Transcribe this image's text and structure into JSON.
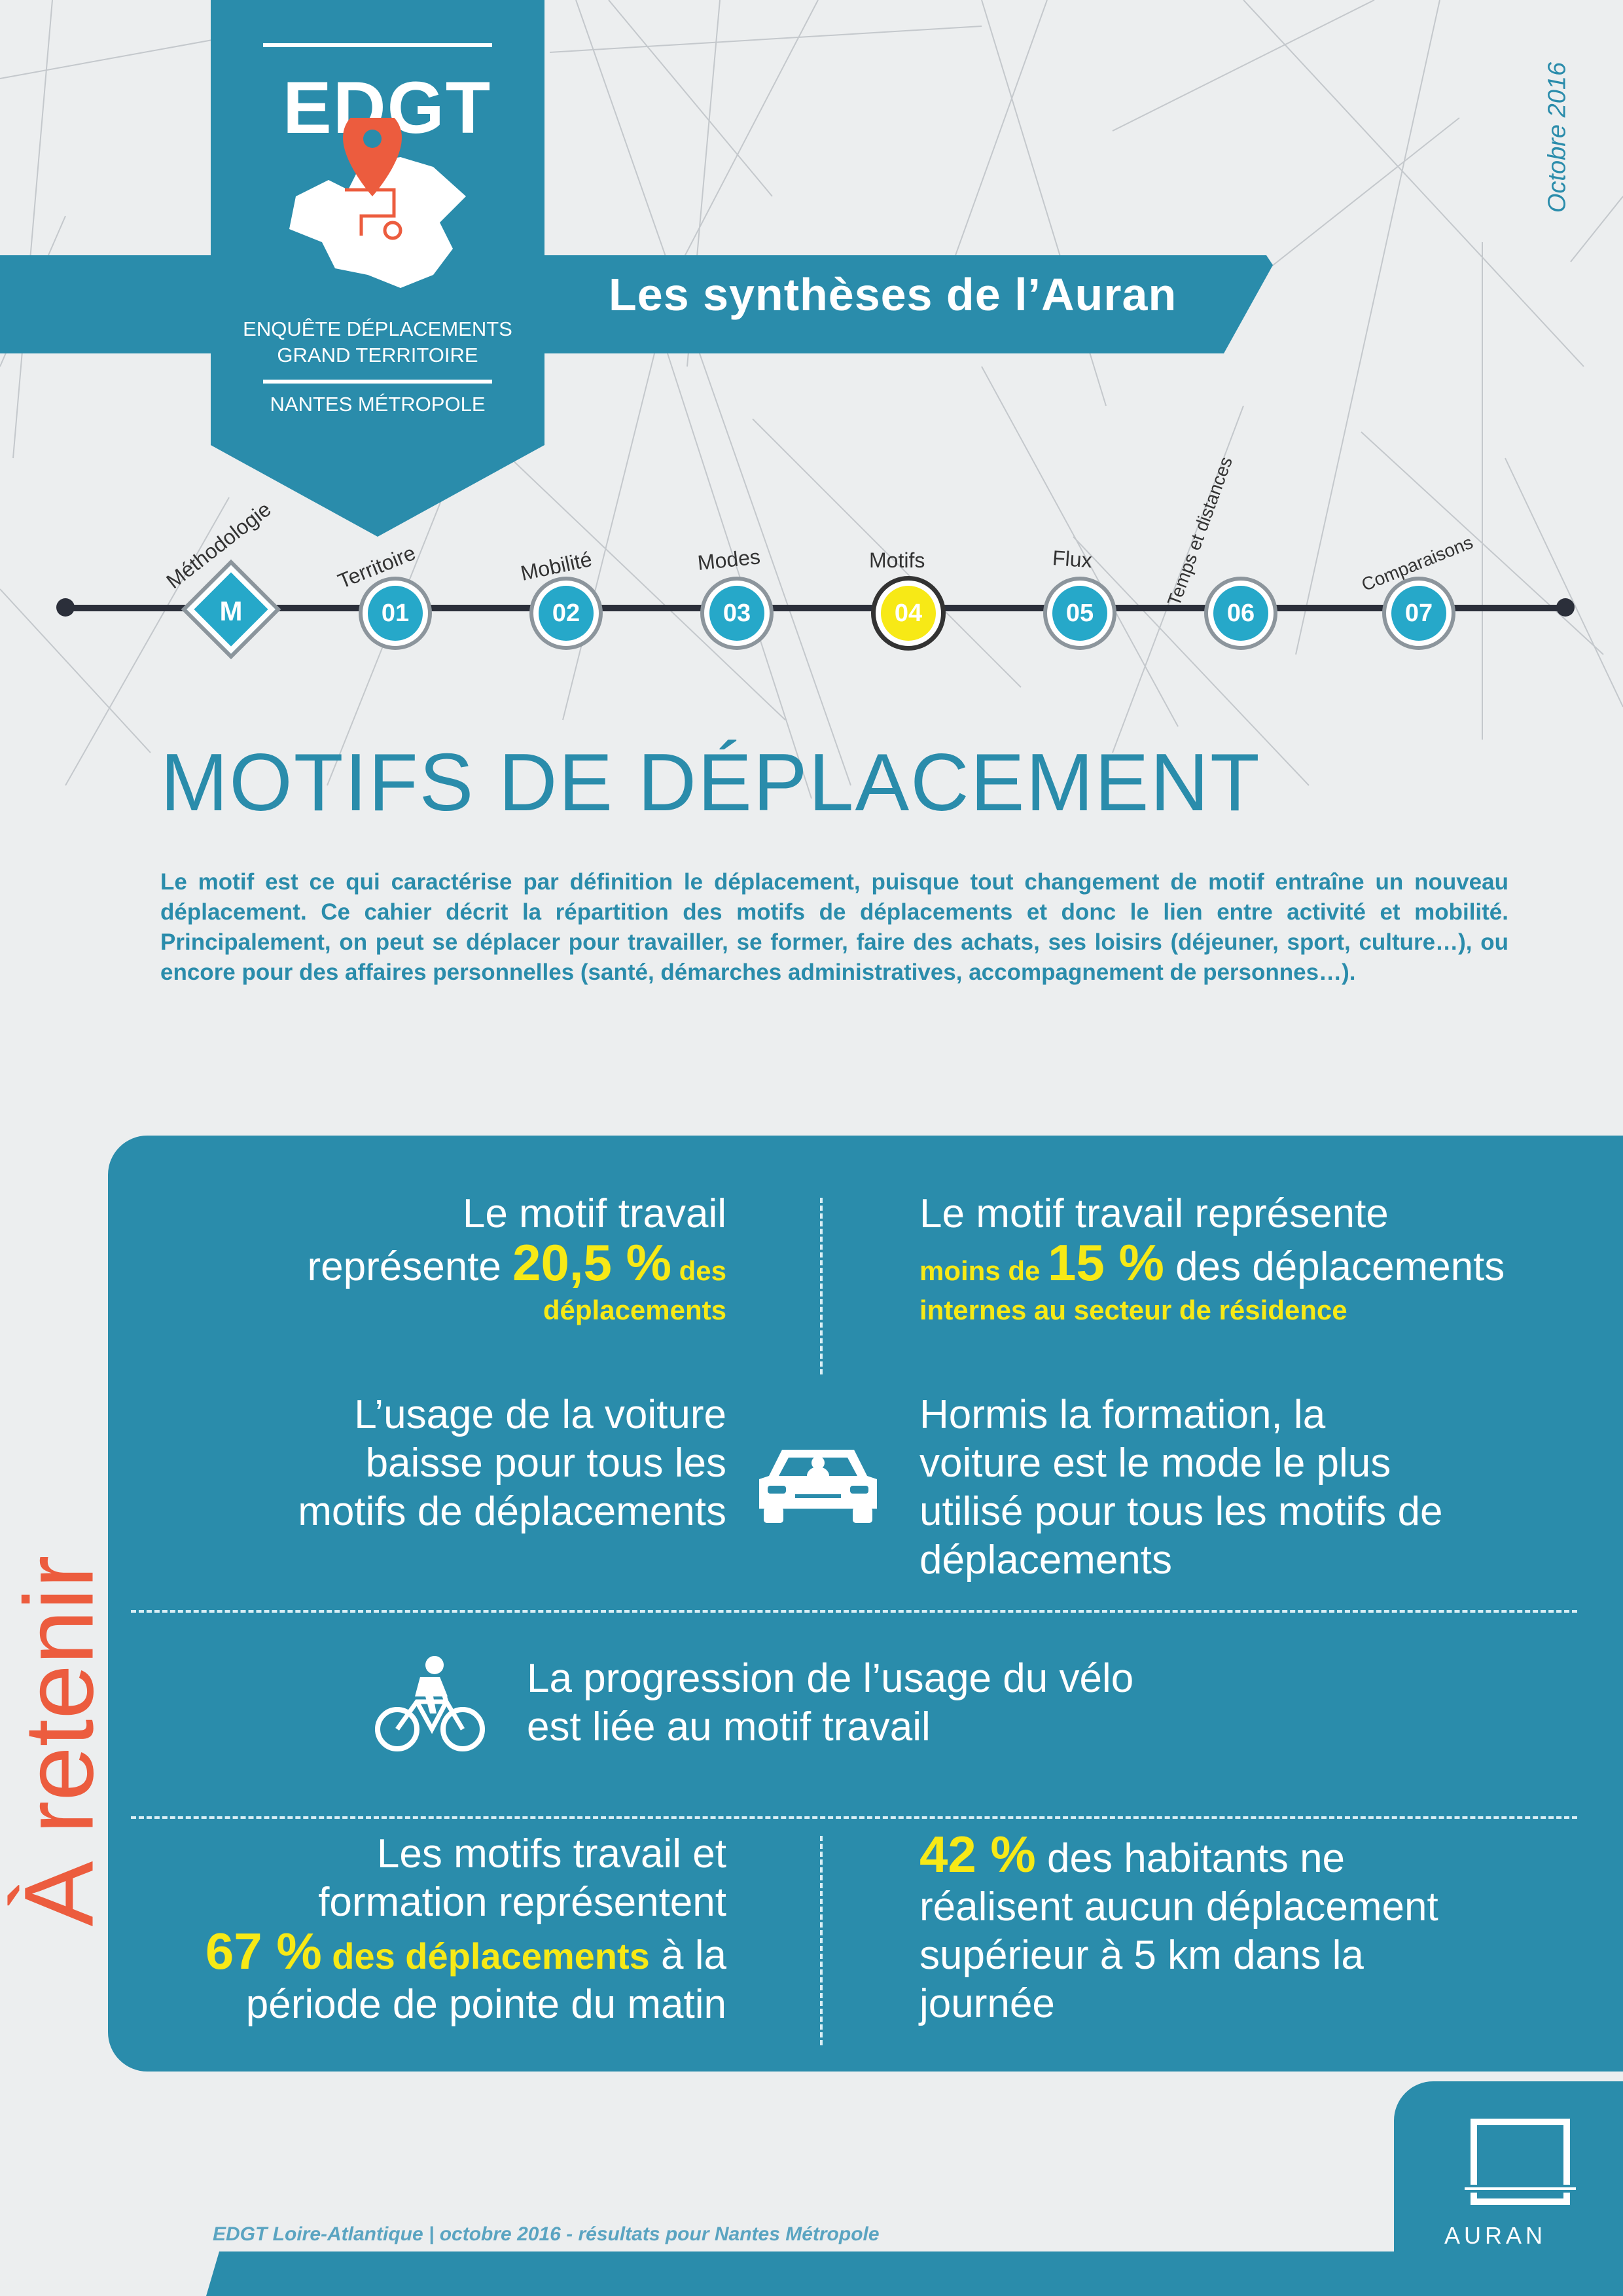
{
  "header": {
    "brand": "EDGT",
    "brand_sub1": "ENQUÊTE DÉPLACEMENTS",
    "brand_sub2": "GRAND TERRITOIRE",
    "brand_sub3": "NANTES MÉTROPOLE",
    "ribbon_title": "Les synthèses de l’Auran",
    "date": "Octobre 2016"
  },
  "timeline": [
    {
      "label": "Méthodologie",
      "badge": "M",
      "active": false
    },
    {
      "label": "Territoire",
      "badge": "01",
      "active": false
    },
    {
      "label": "Mobilité",
      "badge": "02",
      "active": false
    },
    {
      "label": "Modes",
      "badge": "03",
      "active": false
    },
    {
      "label": "Motifs",
      "badge": "04",
      "active": true
    },
    {
      "label": "Flux",
      "badge": "05",
      "active": false
    },
    {
      "label": "Temps et distances",
      "badge": "06",
      "active": false
    },
    {
      "label": "Comparaisons",
      "badge": "07",
      "active": false
    }
  ],
  "title": "MOTIFS DE DÉPLACEMENT",
  "intro": "Le motif est ce qui caractérise par définition le déplacement, puisque tout changement de motif entraîne un nouveau déplacement. Ce cahier décrit la répartition des motifs de déplacements et donc le lien entre activité et mobilité. Principalement, on peut se déplacer pour travailler, se former, faire des achats, ses loisirs (déjeuner, sport, culture…), ou encore pour des affaires personnelles (santé, démarches administratives, accompagnement de personnes…).",
  "retenir": {
    "label": "À retenir",
    "p1": {
      "l1": "Le motif travail",
      "l2a": "représente ",
      "num": "20,5 %",
      "l2b": " des",
      "l3": "déplacements"
    },
    "p2": {
      "l1": "Le motif travail représente",
      "pre": "moins de ",
      "num": "15 %",
      "post": " des déplacements",
      "l3": "internes au secteur de résidence"
    },
    "p3": {
      "l1": "L’usage de la voiture",
      "l2": "baisse pour tous les",
      "l3": "motifs de déplacements"
    },
    "p4": {
      "l1": "Hormis la formation, la",
      "l2": "voiture est le mode le plus",
      "l3": "utilisé pour tous les motifs de",
      "l4": "déplacements"
    },
    "p5": {
      "l1": "La progression de l’usage du vélo",
      "l2": "est liée au motif travail"
    },
    "p6": {
      "l1": "Les motifs travail et",
      "l2": "formation représentent",
      "num": "67 %",
      "mid": " des déplacements",
      "post": " à la",
      "l4": "période de pointe du matin"
    },
    "p7": {
      "num": "42 %",
      "l1b": " des habitants ne",
      "l2": "réalisent aucun déplacement",
      "l3": "supérieur à 5 km dans la",
      "l4": "journée"
    }
  },
  "footer": {
    "note": "EDGT Loire-Atlantique | octobre 2016 - résultats pour Nantes Métropole",
    "logo_text": "AURAN"
  },
  "colors": {
    "primary": "#2a8cab",
    "accent_yellow": "#f7e916",
    "accent_red": "#ec5c3e",
    "timeline_node": "#26a8c9"
  }
}
